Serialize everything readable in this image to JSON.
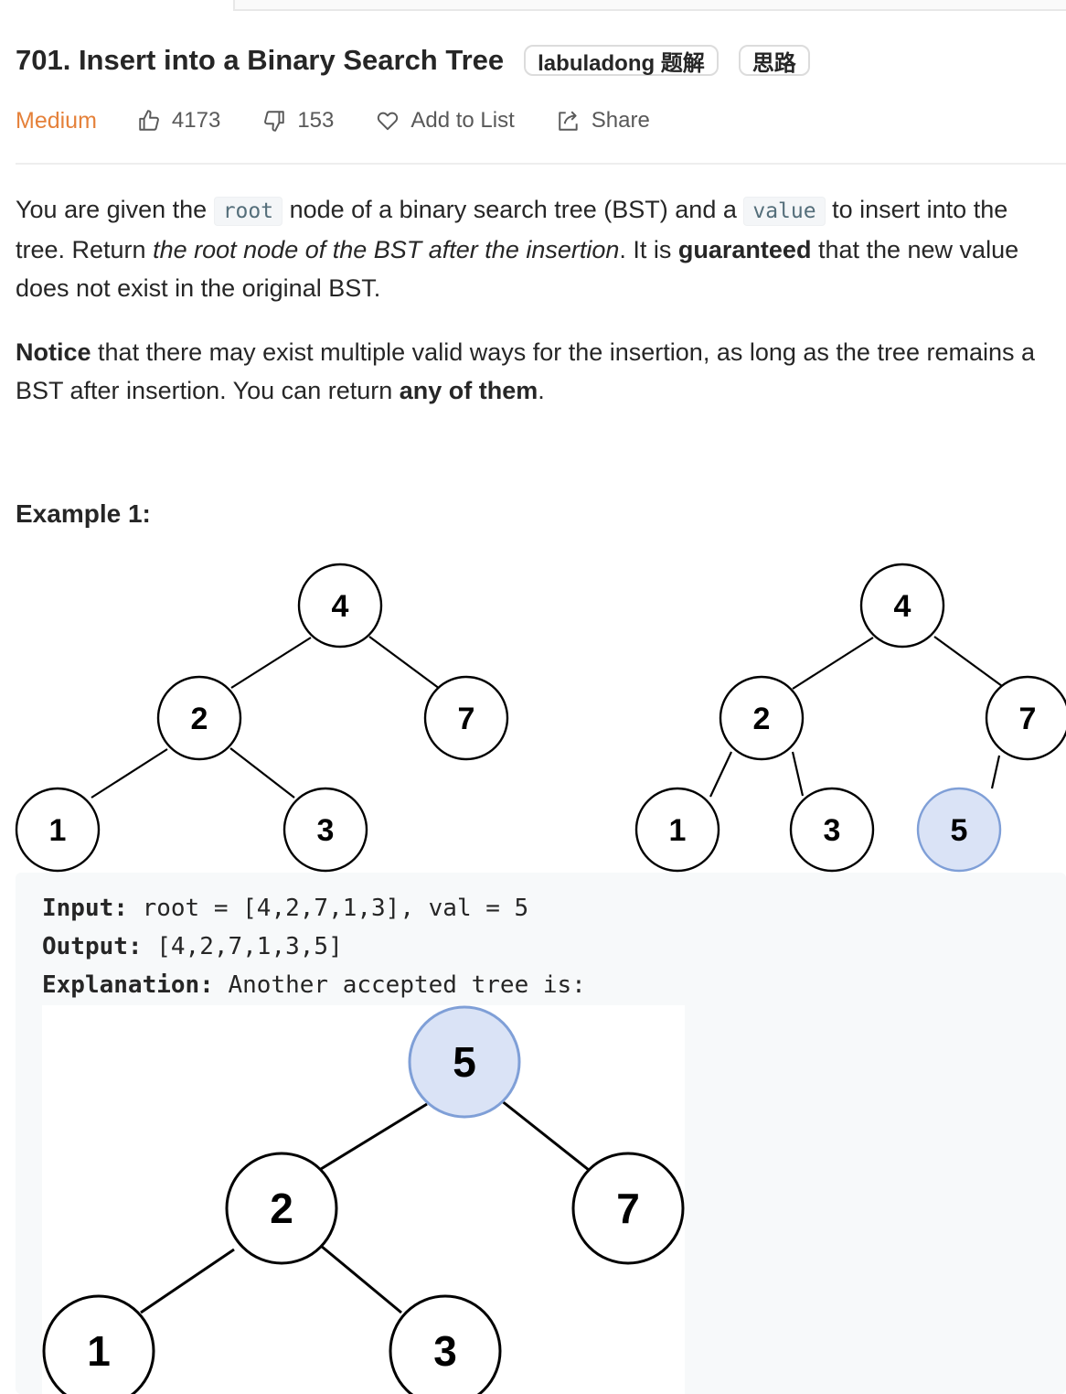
{
  "problem": {
    "title": "701. Insert into a Binary Search Tree",
    "tags": [
      "labuladong 题解",
      "思路"
    ],
    "difficulty": "Medium",
    "likes": "4173",
    "dislikes": "153",
    "add_to_list": "Add to List",
    "share": "Share"
  },
  "description": {
    "p1": {
      "t1": "You are given the ",
      "code1": "root",
      "t2": " node of a binary search tree (BST) and a ",
      "code2": "value",
      "t3": " to insert into the tree. Return ",
      "em": "the root node of the BST after the insertion",
      "t4": ". It is ",
      "strong": "guaranteed",
      "t5": " that the new value does not exist in the original BST."
    },
    "p2": {
      "strong1": "Notice",
      "t1": " that there may exist multiple valid ways for the insertion, as long as the tree remains a BST after insertion. You can return ",
      "strong2": "any of them",
      "t2": "."
    }
  },
  "example": {
    "title": "Example 1:",
    "input_label": "Input:",
    "input_value": " root = [4,2,7,1,3], val = 5",
    "output_label": "Output:",
    "output_value": " [4,2,7,1,3,5]",
    "explanation_label": "Explanation:",
    "explanation_value": " Another accepted tree is:"
  },
  "trees": {
    "before": {
      "root": "4",
      "left": "2",
      "right": "7",
      "left_left": "1",
      "left_right": "3"
    },
    "after": {
      "root": "4",
      "left": "2",
      "right": "7",
      "left_left": "1",
      "left_right": "3",
      "right_left": "5"
    },
    "alternative": {
      "root": "5",
      "left": "2",
      "right": "7",
      "left_left": "1",
      "left_right": "3"
    }
  },
  "colors": {
    "difficulty": "#e5813a",
    "highlight_node_fill": "#dae3f6",
    "highlight_node_stroke": "#7f9fd7"
  }
}
